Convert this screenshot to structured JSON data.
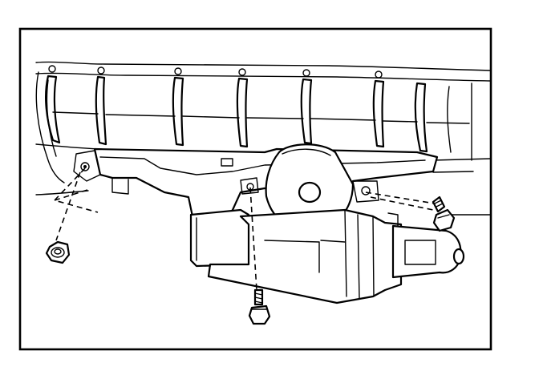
{
  "figure": {
    "background_color": "#ffffff",
    "line_color": "#000000",
    "parts": [
      {
        "name": "mounting-bracket"
      },
      {
        "name": "actuator-motor"
      },
      {
        "name": "drive-gear"
      },
      {
        "name": "nut-fastener"
      },
      {
        "name": "bolt-lower-center"
      },
      {
        "name": "bolt-right"
      }
    ]
  }
}
